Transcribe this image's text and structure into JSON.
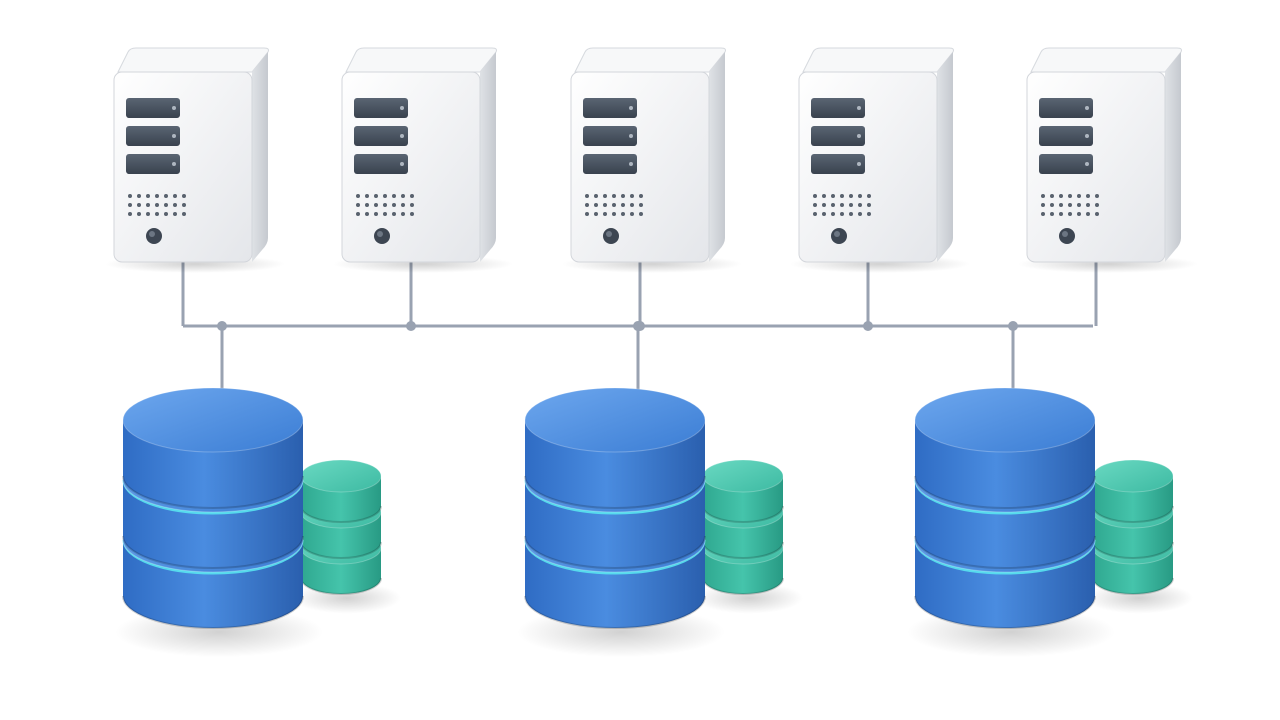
{
  "diagram": {
    "background": "#ffffff",
    "servers": [
      {
        "icon": "tower-server-icon",
        "drive_bays": 3
      },
      {
        "icon": "tower-server-icon",
        "drive_bays": 3
      },
      {
        "icon": "tower-server-icon",
        "drive_bays": 3
      },
      {
        "icon": "tower-server-icon",
        "drive_bays": 3
      },
      {
        "icon": "tower-server-icon",
        "drive_bays": 3
      }
    ],
    "databases": [
      {
        "icon": "database-cylinder-icon",
        "platters": 3,
        "secondary_icon": "small-database-icon"
      },
      {
        "icon": "database-cylinder-icon",
        "platters": 3,
        "secondary_icon": "small-database-icon"
      },
      {
        "icon": "database-cylinder-icon",
        "platters": 3,
        "secondary_icon": "small-database-icon"
      }
    ],
    "colors": {
      "server_body": "#f2f3f5",
      "server_side": "#d3d6db",
      "server_bay": "#4a5563",
      "connector": "#99a2b1",
      "database_blue": "#3f82d8",
      "database_glow": "#59e3f0",
      "secondary_teal": "#3fbea6"
    }
  }
}
